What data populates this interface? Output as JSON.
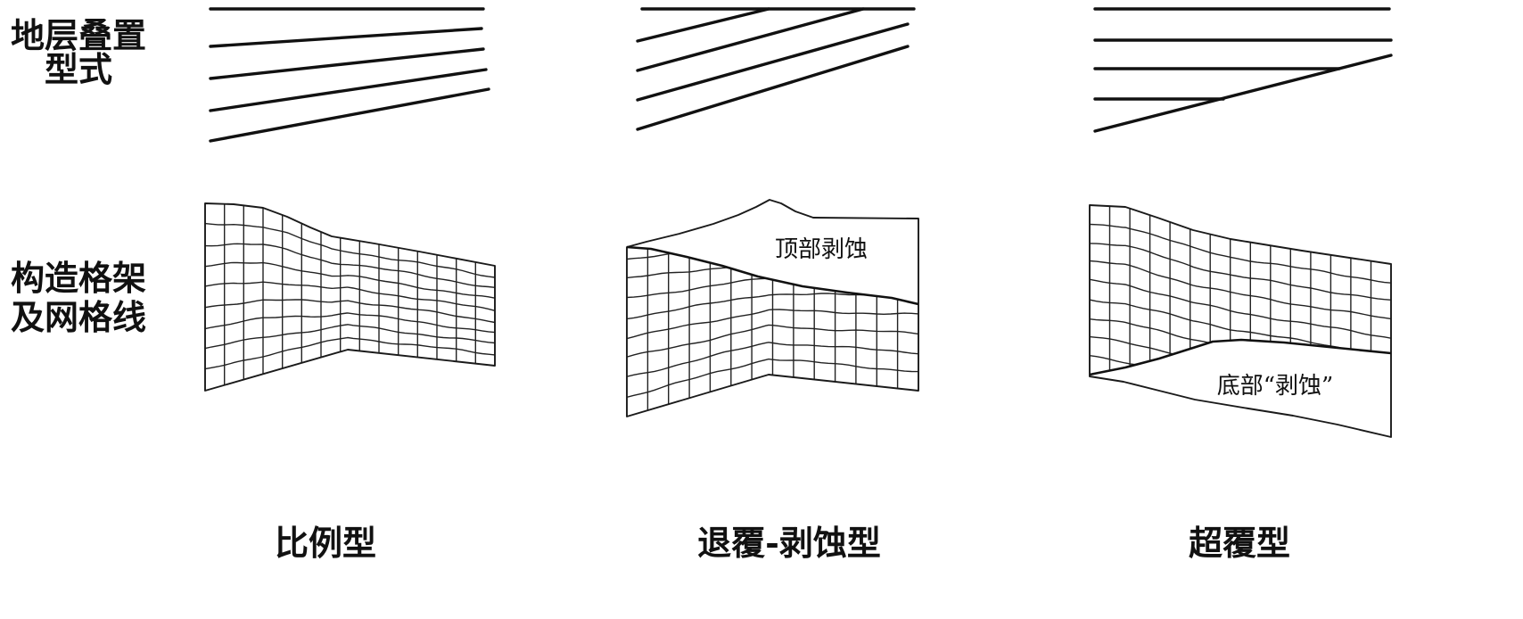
{
  "row_labels": {
    "stacking_pattern": [
      "地层叠置",
      "型式"
    ],
    "framework_grid": [
      "构造格架",
      "及网格线"
    ]
  },
  "columns": [
    {
      "caption": "比例型"
    },
    {
      "caption": "退覆-剥蚀型",
      "annotation": "顶部剥蚀"
    },
    {
      "caption": "超覆型",
      "annotation": "底部“剥蚀”"
    }
  ]
}
